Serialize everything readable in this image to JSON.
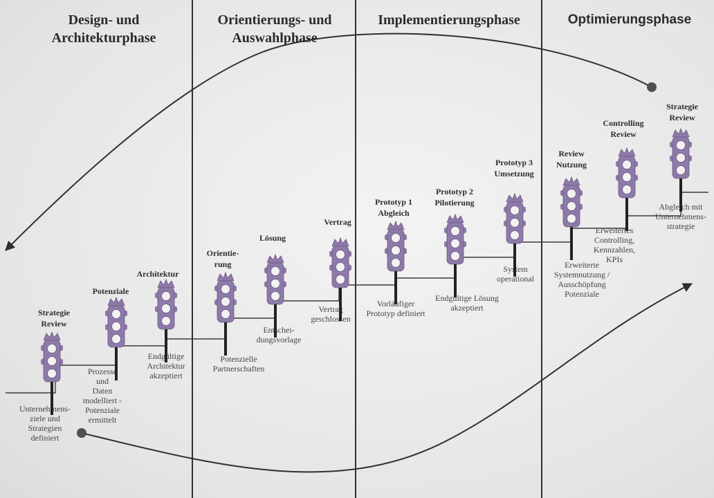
{
  "phases": [
    {
      "id": "design",
      "title": "Design- und\nArchitekturphase"
    },
    {
      "id": "orientation",
      "title": "Orientierungs- und\nAuswahlphase"
    },
    {
      "id": "implementation",
      "title": "Implementierungsphase"
    },
    {
      "id": "optimization",
      "title": "Optimierungsphase"
    }
  ],
  "milestones": [
    {
      "id": "strategie-review-1",
      "title": "Strategie\nReview",
      "description": "Unternehmens-\nziele und\nStrategien\ndefiniert"
    },
    {
      "id": "potenziale",
      "title": "Potenziale",
      "description": "Prozesse\nund\nDaten\nmodelliert -\nPotenziale\nermittelt"
    },
    {
      "id": "architektur",
      "title": "Architektur",
      "description": "Endgültige\nArchitektur\nakzeptiert"
    },
    {
      "id": "orientierung",
      "title": "Orientie-\nrung",
      "description": "Potenzielle\nPartnerschaften"
    },
    {
      "id": "loesung",
      "title": "Lösung",
      "description": "Entschei-\ndungsvorlage"
    },
    {
      "id": "vertrag",
      "title": "Vertrag",
      "description": "Vertrag\ngeschlossen"
    },
    {
      "id": "prototyp-1",
      "title": "Prototyp 1\nAbgleich",
      "description": "Vorläufiger\nPrototyp definiert"
    },
    {
      "id": "prototyp-2",
      "title": "Prototyp 2\nPilotierung",
      "description": "Endgültige Lösung\nakzeptiert"
    },
    {
      "id": "prototyp-3",
      "title": "Prototyp 3\nUmsetzung",
      "description": "System\noperational"
    },
    {
      "id": "review-nutzung",
      "title": "Review\nNutzung",
      "description": "Erweiterte\nSystemnutzung /\nAusschöpfung\nPotenziale"
    },
    {
      "id": "controlling-review",
      "title": "Controlling\nReview",
      "description": "Erweitertes\nControlling,\nKennzahlen,\nKPIs"
    },
    {
      "id": "strategie-review-2",
      "title": "Strategie\nReview",
      "description": "Abgleich mit\nUnternehmens-\nstrategie"
    }
  ],
  "colors": {
    "background": "#e9e9e9",
    "lines": "#2f2f2f",
    "traffic_light_body": "#8e7aa8",
    "traffic_light_lamp": "#f2f2f2",
    "traffic_light_pole": "#222222"
  },
  "icons": {
    "milestone": "traffic-light-icon",
    "endpoint": "circle-endpoint"
  }
}
